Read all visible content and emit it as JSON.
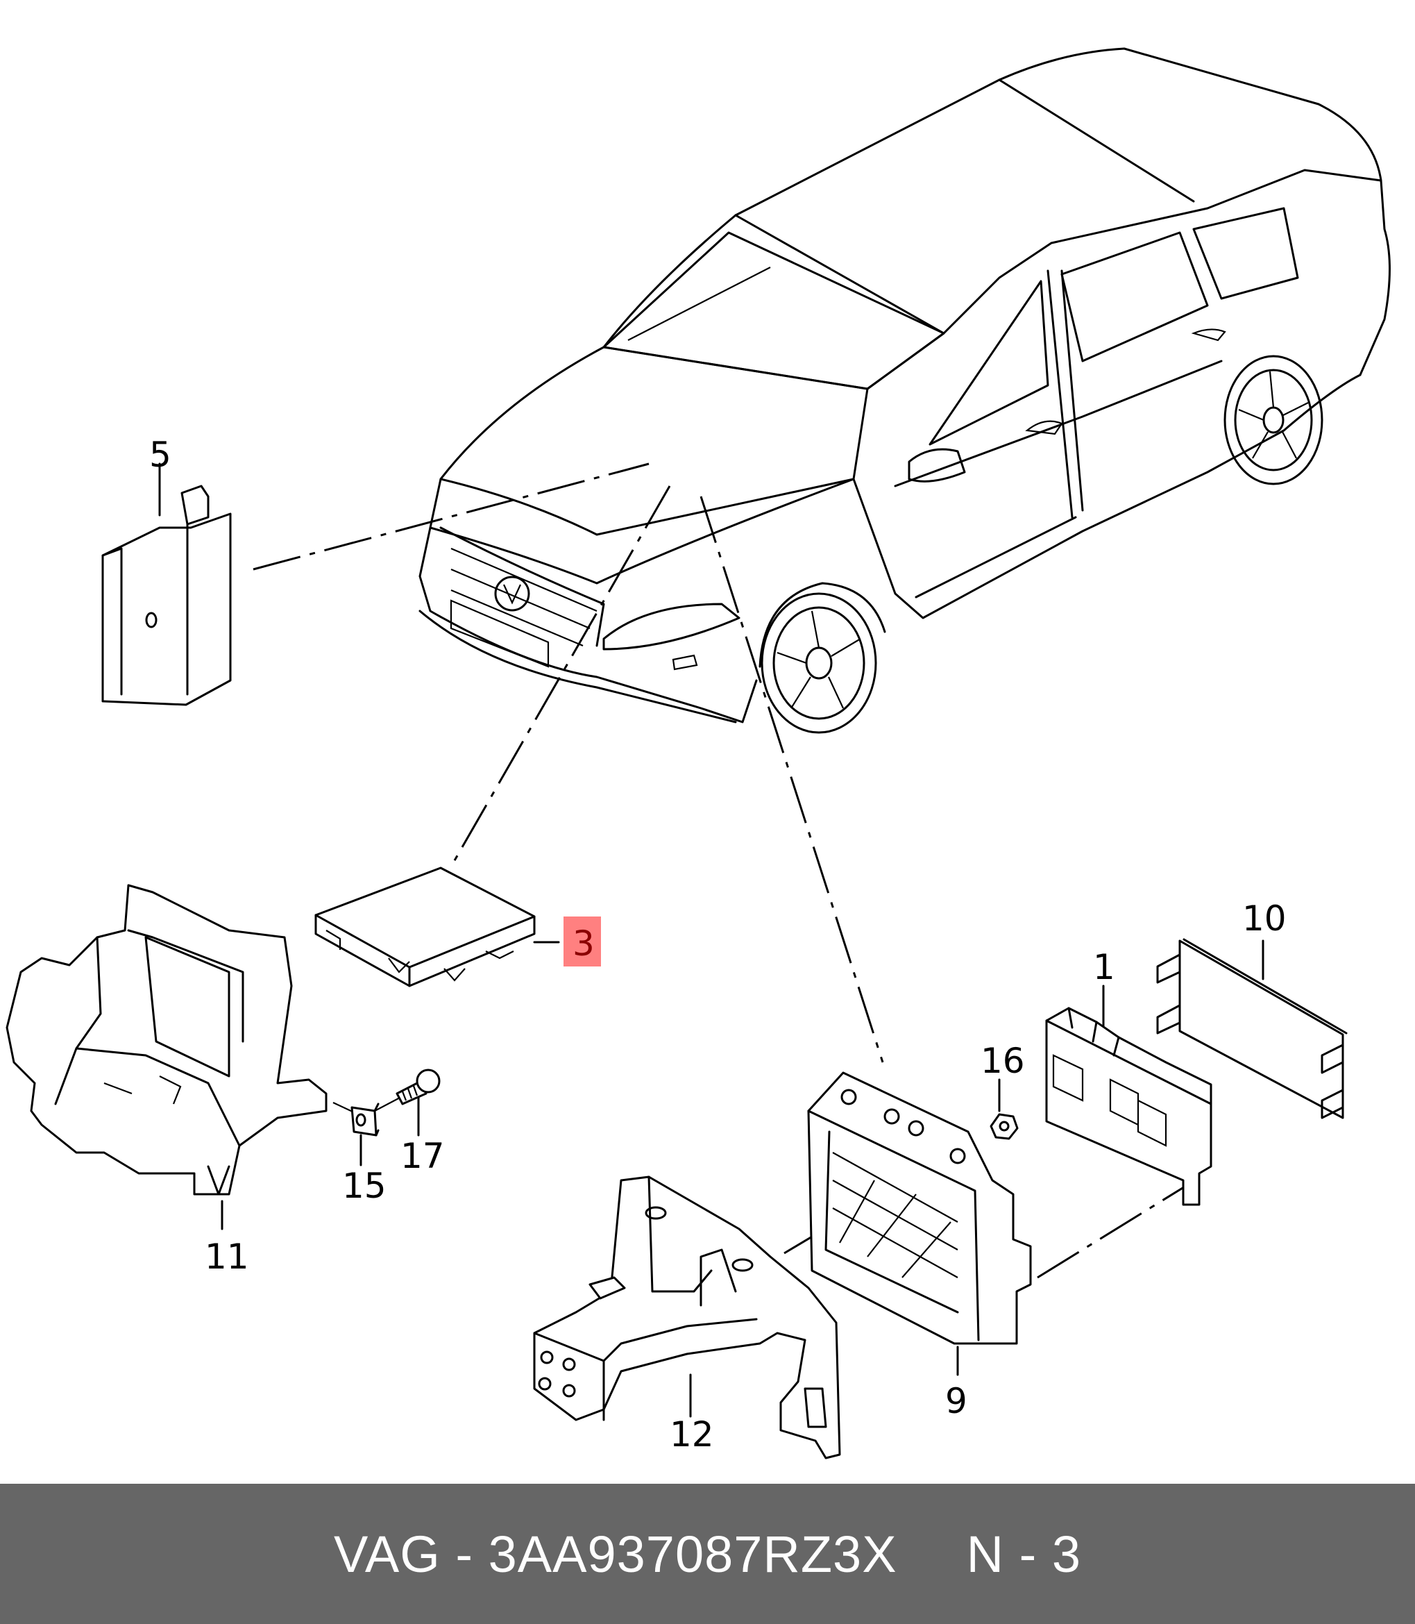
{
  "diagram": {
    "subject": "car-with-electronic-control-modules",
    "callouts": [
      {
        "id": "1",
        "label": "1"
      },
      {
        "id": "3",
        "label": "3",
        "highlighted": true
      },
      {
        "id": "5",
        "label": "5"
      },
      {
        "id": "9",
        "label": "9"
      },
      {
        "id": "10",
        "label": "10"
      },
      {
        "id": "11",
        "label": "11"
      },
      {
        "id": "12",
        "label": "12"
      },
      {
        "id": "15",
        "label": "15"
      },
      {
        "id": "16",
        "label": "16"
      },
      {
        "id": "17",
        "label": "17"
      }
    ],
    "highlight_color": "#ff8080",
    "highlight_text_color": "#8b0000"
  },
  "footer": {
    "brand": "VAG",
    "separator": "-",
    "part_number": "3AA937087RZ3X",
    "position_prefix": "N",
    "position_number": "3",
    "background_color": "#666666"
  }
}
